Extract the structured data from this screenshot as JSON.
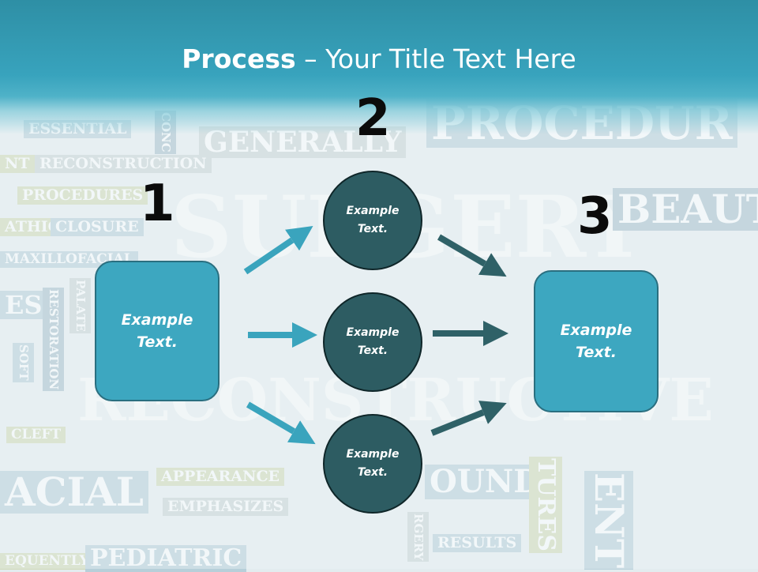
{
  "title": {
    "bold": "Process",
    "rest": " – Your Title Text Here"
  },
  "numbers": [
    "1",
    "2",
    "3"
  ],
  "nodes": {
    "left": {
      "line1": "Example",
      "line2": "Text."
    },
    "top": {
      "line1": "Example",
      "line2": "Text."
    },
    "middle": {
      "line1": "Example",
      "line2": "Text."
    },
    "bottom": {
      "line1": "Example",
      "line2": "Text."
    },
    "right": {
      "line1": "Example",
      "line2": "Text."
    }
  },
  "background_words": [
    "ESSENTIAL",
    "CONC",
    "GENERALLY",
    "PROCEDUR",
    "NT",
    "RECONSTRUCTION",
    "PROCEDURES",
    "SURGERY",
    "BEAUT",
    "ATHIC",
    "CLOSURE",
    "MAXILLOFACIAL",
    "ES",
    "PALATE",
    "RESTORATION",
    "SOFT",
    "RECONSTRUCTIVE",
    "CLEFT",
    "ACIAL",
    "APPEARANCE",
    "EMPHASIZES",
    "OUND",
    "TURES",
    "ENT",
    "RGERY",
    "RESULTS",
    "EQUENTLY",
    "PEDIATRIC"
  ],
  "colors": {
    "header": "#38a3bd",
    "box_fill": "#3da7c0",
    "circle_fill": "#2d5c62",
    "arrow_light": "#3aa4bd",
    "arrow_dark": "#2f6167"
  }
}
